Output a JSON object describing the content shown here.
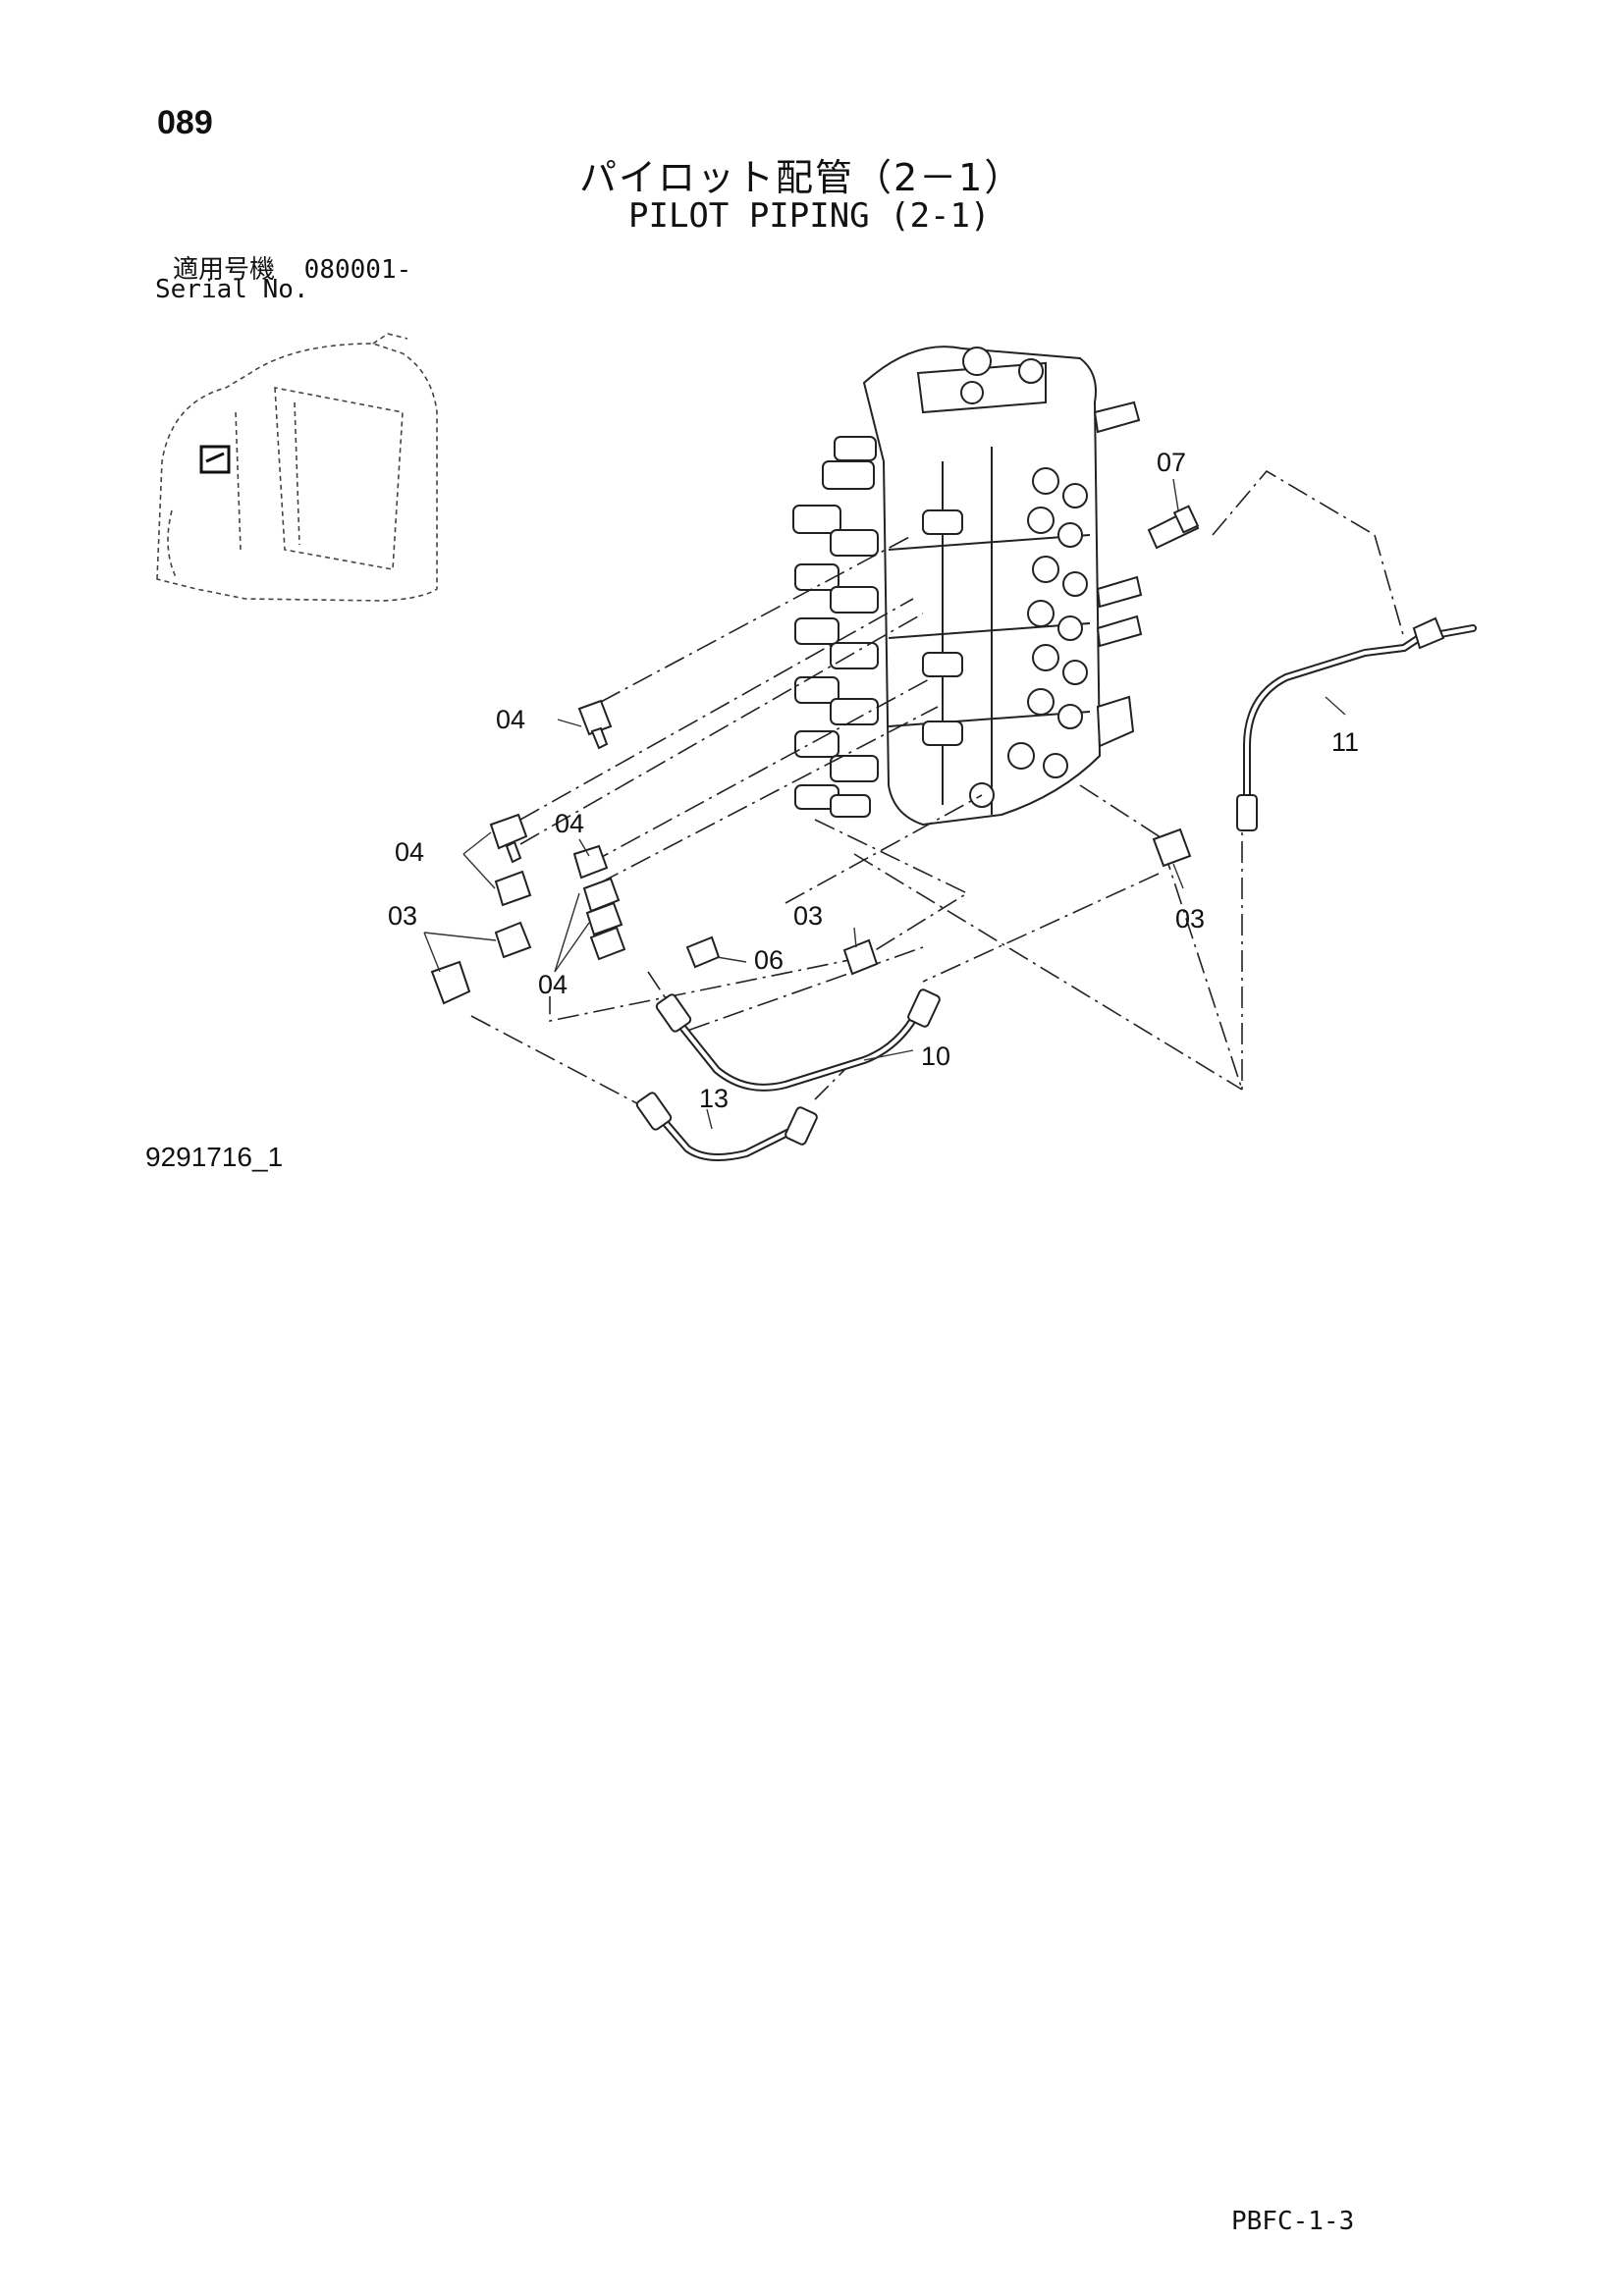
{
  "page": {
    "number": "089",
    "title_jp": "パイロット配管（2－1）",
    "title_en": "PILOT PIPING (2-1)",
    "serial_label_jp": "適用号機",
    "serial_value": "080001-",
    "serial_label_en": "Serial No.",
    "figure_number": "9291716_1",
    "page_code": "PBFC-1-3"
  },
  "callouts": {
    "c04a": "04",
    "c04b": "04",
    "c04c": "04",
    "c04d": "04",
    "c03a": "03",
    "c03b": "03",
    "c03c": "03",
    "c06": "06",
    "c07": "07",
    "c10": "10",
    "c11": "11",
    "c13": "13"
  }
}
